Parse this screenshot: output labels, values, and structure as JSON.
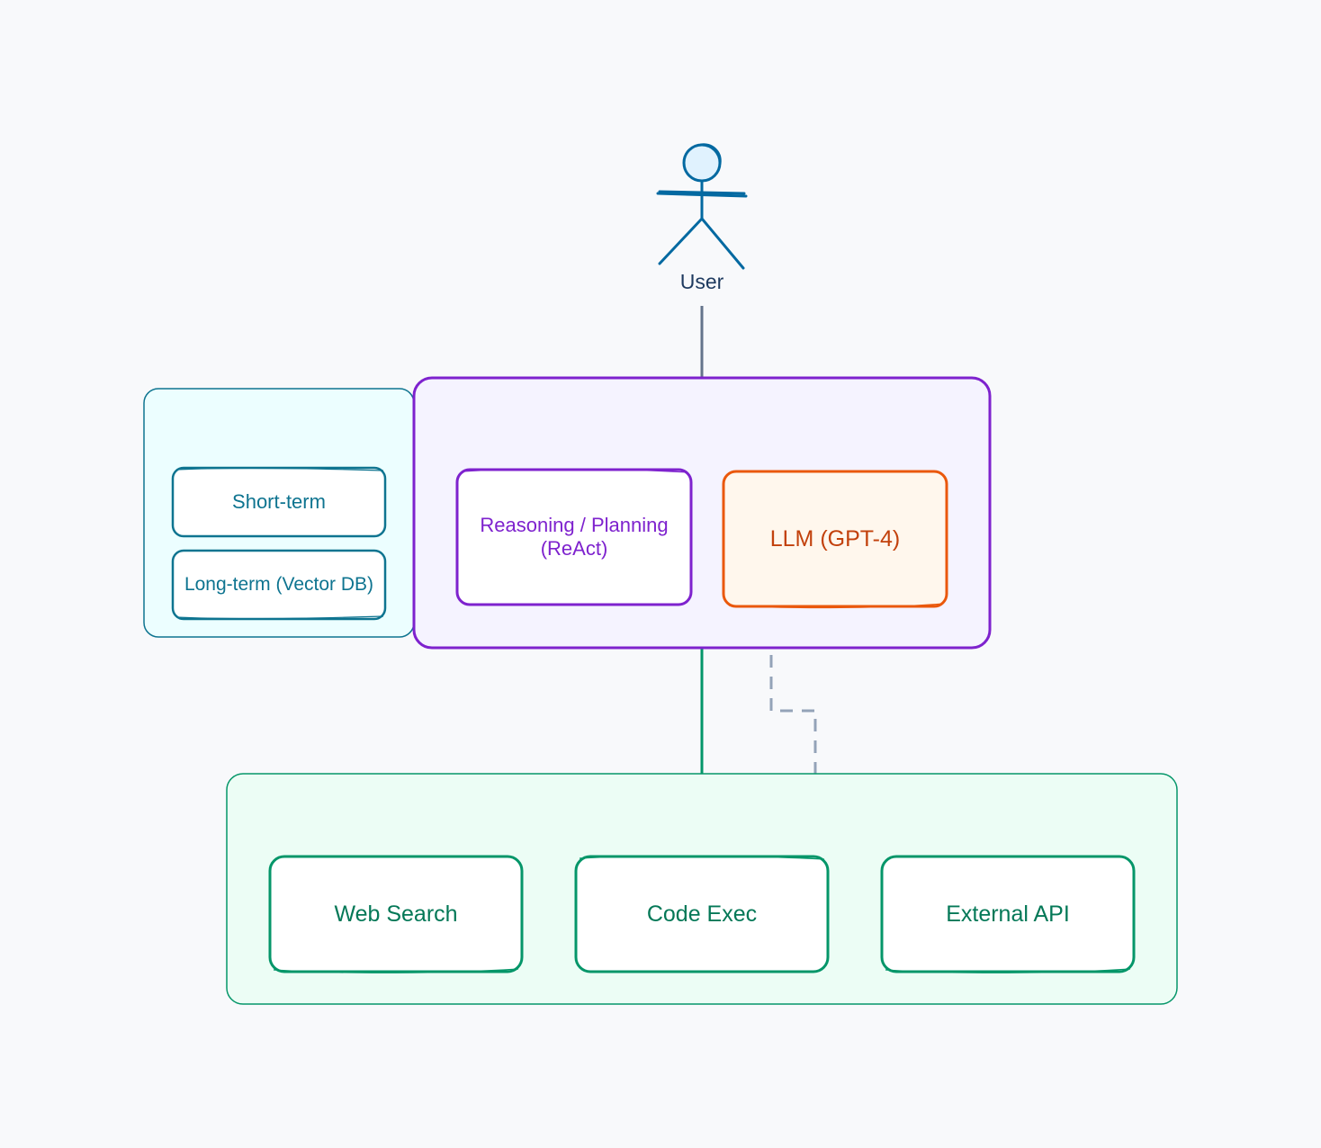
{
  "user": {
    "label": "User"
  },
  "memory": {
    "short_term": "Short-term",
    "long_term": "Long-term (Vector DB)"
  },
  "agent": {
    "reasoning": "Reasoning / Planning (ReAct)",
    "llm": "LLM (GPT-4)"
  },
  "tools": {
    "web_search": "Web Search",
    "code_exec": "Code Exec",
    "external_api": "External API"
  },
  "colors": {
    "background": "#f8f9fb",
    "user": "#0369a1",
    "memory": "#0e7490",
    "agent": "#7e22ce",
    "llm": "#ea580c",
    "tools": "#059669",
    "connector": "#64748b",
    "dashed_connector": "#94a3b8"
  },
  "icons": {
    "user": "stick-figure-icon"
  }
}
